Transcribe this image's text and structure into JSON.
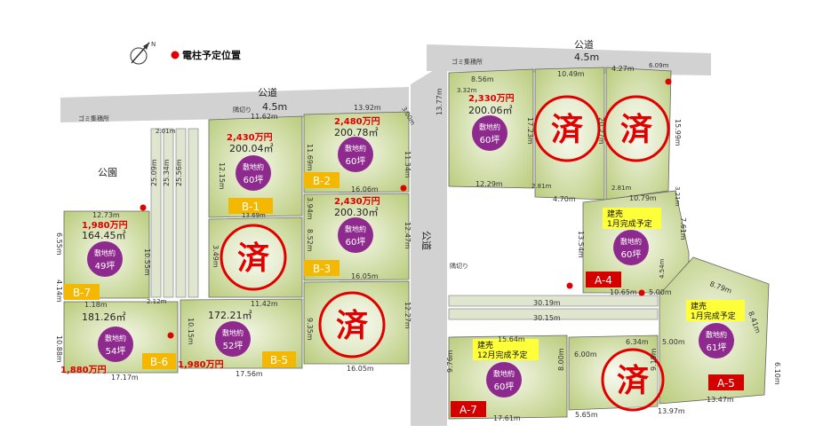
{
  "legend": {
    "text": "電柱予定位置",
    "dot_color": "#e00000"
  },
  "roads": {
    "public_road": "公道",
    "width_45": "4.5m",
    "public_road_vertical": "公道"
  },
  "facilities": {
    "garbage": "ゴミ集積所",
    "park": "公園",
    "corner_cut": "隅切り"
  },
  "common": {
    "plot_about": "敷地約",
    "sold": "済"
  },
  "lots": [
    {
      "id": "B-1",
      "price": "2,430万円",
      "area": "200.04㎡",
      "tsubo": "60坪"
    },
    {
      "id": "B-2",
      "price": "2,480万円",
      "area": "200.78㎡",
      "tsubo": "60坪"
    },
    {
      "id": "B-3",
      "price": "2,430万円",
      "area": "200.30㎡",
      "tsubo": "60坪"
    },
    {
      "id": "B-5",
      "price": "1,980万円",
      "area": "172.21㎡",
      "tsubo": "52坪"
    },
    {
      "id": "B-6",
      "price": "1,880万円",
      "area": "181.26㎡",
      "tsubo": "54坪"
    },
    {
      "id": "B-7",
      "price": "1,980万円",
      "area": "164.45㎡",
      "tsubo": "49坪"
    },
    {
      "id": "A-top",
      "price": "2,330万円",
      "area": "200.06㎡",
      "tsubo": "60坪"
    },
    {
      "id": "A-4",
      "build": "建売",
      "build2": "1月完成予定",
      "tsubo": "60坪"
    },
    {
      "id": "A-5",
      "build": "建売",
      "build2": "1月完成予定",
      "tsubo": "61坪"
    },
    {
      "id": "A-7",
      "build": "建売",
      "build2": "12月完成予定",
      "tsubo": "60坪"
    }
  ],
  "dims": {
    "d1": "11.62m",
    "d2": "13.92m",
    "d3": "12.15m",
    "d4": "11.69m",
    "d5": "11.34m",
    "d6": "16.06m",
    "d7": "3.00m",
    "d8": "12.73m",
    "d9": "6.55m",
    "d10": "10.55m",
    "d11": "4.14m",
    "d12": "1.18m",
    "d13": "25.09m",
    "d14": "25.34m",
    "d15": "25.56m",
    "d16": "3.94m",
    "d17": "8.52m",
    "d18": "12.47m",
    "d19": "16.05m",
    "d20": "11.42m",
    "d21": "9.35m",
    "d22": "12.27m",
    "d23": "16.05m",
    "d24": "10.88m",
    "d25": "10.15m",
    "d26": "17.17m",
    "d27": "17.56m",
    "d28": "3.49m",
    "d29": "13.69m",
    "d30": "8.56m",
    "d31": "10.49m",
    "d32": "4.27m",
    "d33": "6.09m",
    "d34": "3.32m",
    "d35": "13.77m",
    "d36": "17.23m",
    "d37": "20.27m",
    "d38": "15.99m",
    "d39": "12.29m",
    "d40": "2.81m",
    "d41": "4.70m",
    "d42": "2.81m",
    "d43": "10.79m",
    "d44": "3.21m",
    "d45": "13.54m",
    "d46": "7.61m",
    "d47": "10.65m",
    "d48": "5.00m",
    "d49": "8.79m",
    "d50": "30.19m",
    "d51": "30.15m",
    "d52": "15.64m",
    "d53": "6.34m",
    "d54": "5.00m",
    "d55": "6.00m",
    "d56": "8.41m",
    "d57": "9.76m",
    "d58": "8.00m",
    "d59": "9.19m",
    "d60": "17.61m",
    "d61": "5.65m",
    "d62": "13.97m",
    "d63": "13.47m",
    "d64": "6.10m",
    "d65": "2.12m",
    "d66": "2.01m",
    "d67": "4.54m"
  },
  "colors": {
    "lot_fill": "#c9d89a",
    "road_fill": "#d2d2d2",
    "circle": "#8e2a8e",
    "label_yellow": "#f5b800",
    "label_red": "#d40000",
    "sold_red": "#e00000",
    "build_yellow": "#ffff3a"
  }
}
